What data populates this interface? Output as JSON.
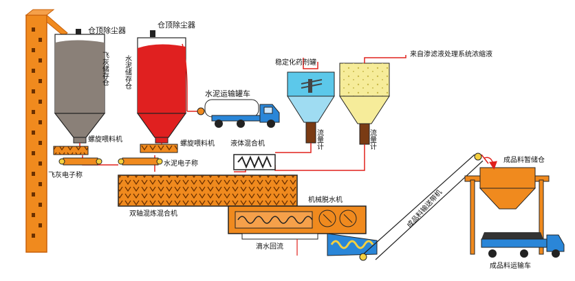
{
  "colors": {
    "orange": "#f08a1e",
    "orange_dark": "#c8600a",
    "red_line": "#e0201c",
    "cement_red": "#e02020",
    "flyash_gray": "#8a8078",
    "outline": "#222222",
    "blue_truck": "#2a86d8",
    "water_blue": "#5cc8ea",
    "liquid_yellow": "#f6ec9a"
  },
  "labels": {
    "dust_collector_left": "仓顶除尘器",
    "dust_collector_right": "仓顶除尘器",
    "flyash_silo": "飞灰储存仓",
    "cement_silo": "水泥储存仓",
    "cement_truck": "水泥运输罐车",
    "stabilizer_tank": "稳定化药剂罐",
    "leachate_source": "来自渗滤液处理系统浓缩液",
    "screw_feeder_left": "螺旋喂料机",
    "screw_feeder_right": "螺旋喂料机",
    "liquid_mixer": "液体混合机",
    "flowmeter_left": "流量计",
    "flowmeter_right": "流量计",
    "flyash_scale": "飞灰电子称",
    "cement_scale": "水泥电子称",
    "twin_shaft_mixer": "双轴混炼混合机",
    "dewatering_machine": "机械脱水机",
    "drain_return": "滴水回流",
    "product_conveyor": "成品料输送带机",
    "product_silo": "成品料暂储仓",
    "product_truck": "成品料运输车"
  }
}
